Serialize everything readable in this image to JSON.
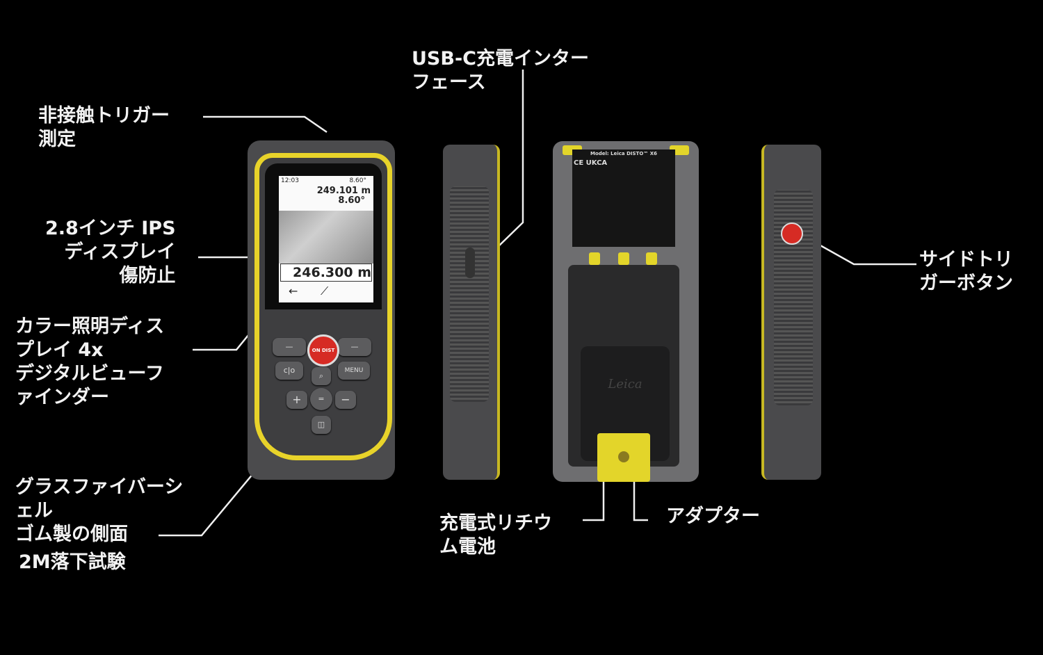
{
  "labels": {
    "trigger": [
      "非接触トリガー",
      "測定"
    ],
    "display": [
      "2.8インチ IPS",
      "ディスプレイ",
      "傷防止"
    ],
    "viewfinder": [
      "カラー照明ディス",
      "プレイ 4x",
      "デジタルビューフ",
      "ァインダー"
    ],
    "shell": [
      "グラスファイバーシ",
      "ェル",
      "ゴム製の側面",
      "2M落下試験"
    ],
    "usbc": [
      "USB-C充電インター",
      "フェース"
    ],
    "side_trigger": [
      "サイドトリ",
      "ガーボタン"
    ],
    "battery": [
      "充電式リチウ",
      "ム電池"
    ],
    "adapter": [
      "アダプター"
    ]
  },
  "device_screen": {
    "time": "12:03",
    "tilt_status": "8.60°",
    "distance_1": "249.101 m",
    "angle": "8.60°",
    "main_distance": "246.300 m"
  },
  "buttons": {
    "on_dist": "ON DIST",
    "menu": "MENU",
    "clear": "c|o",
    "plus": "+",
    "equals": "=",
    "minus": "−"
  },
  "back_label": {
    "model": "Model: Leica DISTO™ X6",
    "marks": "CE UKCA",
    "brand": "Leica"
  },
  "colors": {
    "accent_yellow": "#e8d32a",
    "trigger_red": "#d62b24",
    "body_gray": "#4b4b4d"
  }
}
